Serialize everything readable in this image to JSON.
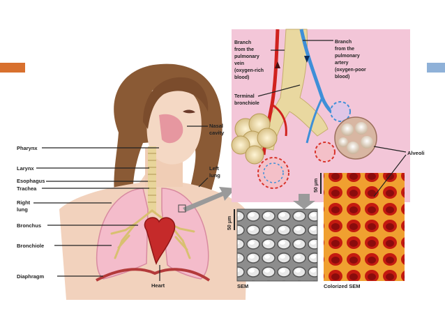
{
  "labels": {
    "pharynx": "Pharynx",
    "larynx": "Larynx",
    "esophagus": "Esophagus",
    "trachea": "Trachea",
    "right_lung_1": "Right",
    "right_lung_2": "lung",
    "bronchus": "Bronchus",
    "bronchiole": "Bronchiole",
    "diaphragm": "Diaphragm",
    "heart": "Heart",
    "nasal_1": "Nasal",
    "nasal_2": "cavity",
    "left_lung_1": "Left",
    "left_lung_2": "lung",
    "vein_1": "Branch",
    "vein_2": "from the",
    "vein_3": "pulmonary",
    "vein_4": "vein",
    "vein_5": "(oxygen-rich",
    "vein_6": "blood)",
    "artery_1": "Branch",
    "artery_2": "from the",
    "artery_3": "pulmonary",
    "artery_4": "artery",
    "artery_5": "(oxygen-poor",
    "artery_6": "blood)",
    "terminal_1": "Terminal",
    "terminal_2": "bronchiole",
    "alveoli": "Alveoli",
    "scale_1": "50 μm",
    "scale_2": "50 μm",
    "sem": "SEM",
    "colorized_sem": "Colorized SEM"
  },
  "colors": {
    "accent_left": "#d8702e",
    "accent_right": "#8fb1d8",
    "inset_background": "#f3c6d8",
    "skin": "#f2d2bd",
    "hair": "#8a5a35"
  }
}
